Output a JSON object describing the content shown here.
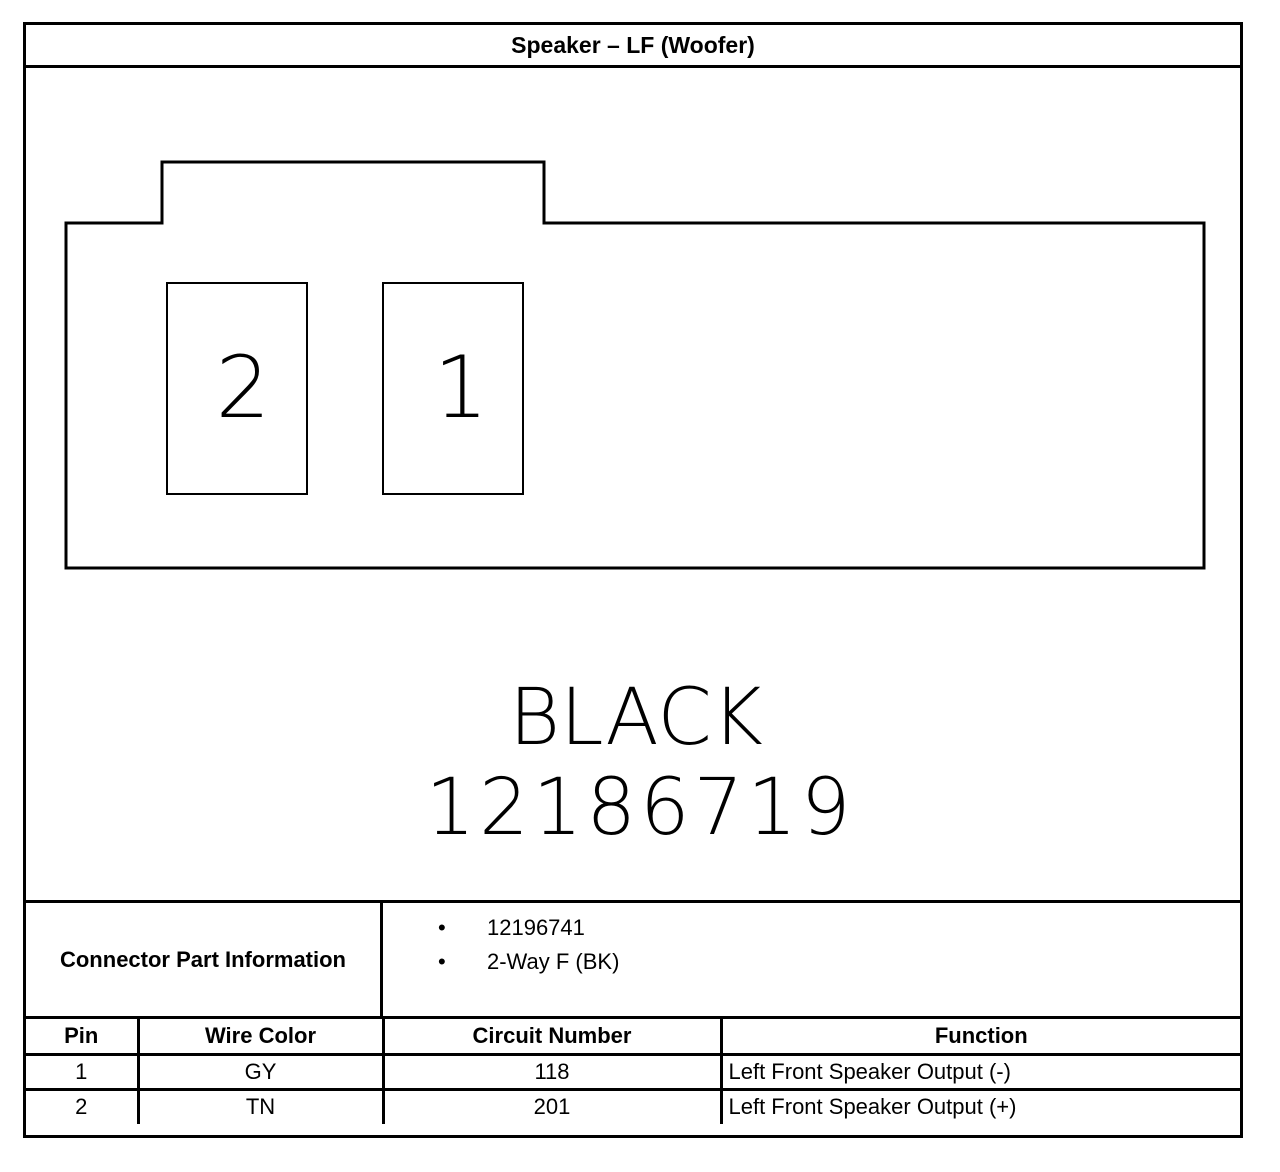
{
  "title": "Speaker – LF (Woofer)",
  "connector": {
    "pins_shown": [
      "2",
      "1"
    ],
    "color_label": "BLACK",
    "part_number": "12186719"
  },
  "info": {
    "label": "Connector Part Information",
    "items": [
      "12196741",
      "2-Way F (BK)"
    ],
    "bullet": "•"
  },
  "table": {
    "headers": [
      "Pin",
      "Wire Color",
      "Circuit Number",
      "Function"
    ],
    "rows": [
      [
        "1",
        "GY",
        "118",
        "Left Front Speaker Output (-)"
      ],
      [
        "2",
        "TN",
        "201",
        "Left Front Speaker Output (+)"
      ]
    ]
  }
}
